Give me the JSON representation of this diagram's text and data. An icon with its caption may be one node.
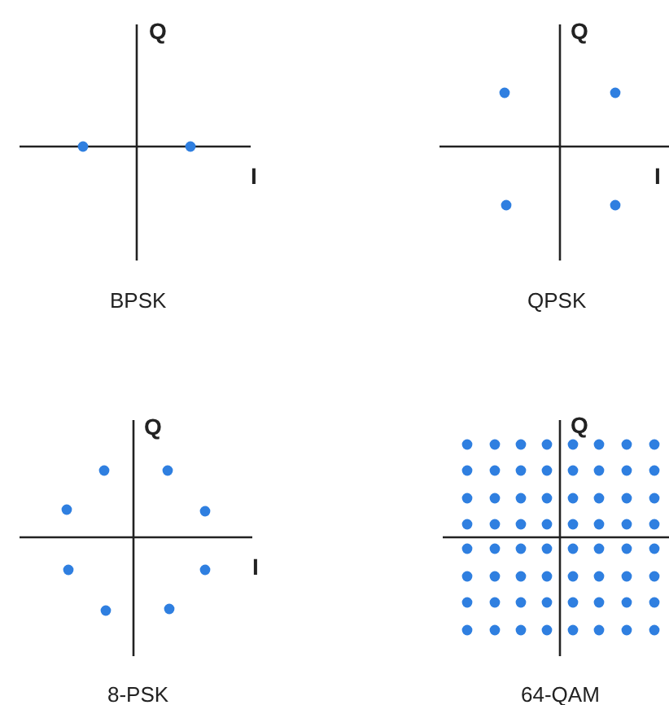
{
  "diagram": {
    "labels": [
      "Q",
      "I",
      "BPSK",
      "Q",
      "I",
      "QPSK",
      "Q",
      "I",
      "8-PSK",
      "Q",
      "64-QAM"
    ]
  }
}
